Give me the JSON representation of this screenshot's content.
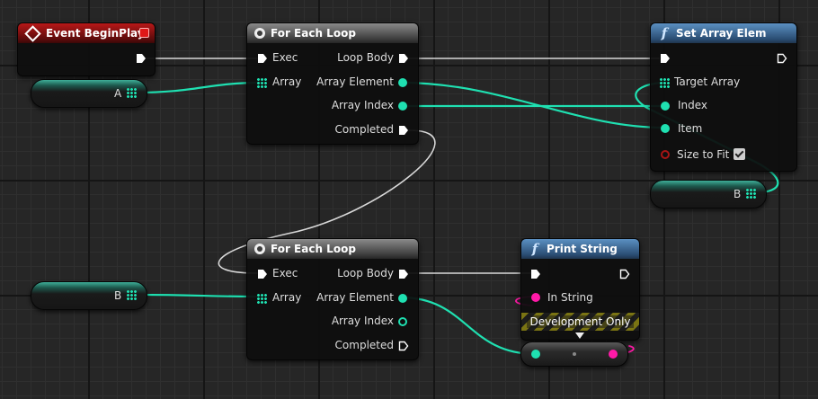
{
  "event_begin_play": {
    "title": "Event BeginPlay"
  },
  "loop1": {
    "title": "For Each Loop",
    "inputs": {
      "exec": "Exec",
      "array": "Array"
    },
    "outputs": {
      "loop_body": "Loop Body",
      "array_element": "Array Element",
      "array_index": "Array Index",
      "completed": "Completed"
    }
  },
  "loop2": {
    "title": "For Each Loop",
    "inputs": {
      "exec": "Exec",
      "array": "Array"
    },
    "outputs": {
      "loop_body": "Loop Body",
      "array_element": "Array Element",
      "array_index": "Array Index",
      "completed": "Completed"
    }
  },
  "set_array_elem": {
    "title": "Set Array Elem",
    "inputs": {
      "target_array": "Target Array",
      "index": "Index",
      "item": "Item",
      "size_to_fit": "Size to Fit"
    },
    "size_to_fit_checked": true
  },
  "print_string": {
    "title": "Print String",
    "inputs": {
      "in_string": "In String"
    },
    "development_only": "Development Only"
  },
  "variables": {
    "a": "A",
    "b1": "B",
    "b2": "B"
  },
  "colors": {
    "exec_wire": "#dddddd",
    "array_wire": "#1fe0b1",
    "string_wire": "#ff1aa8",
    "event_header": "#b81818",
    "function_header": "#4b7fb0",
    "macro_header": "#6a6a6a"
  },
  "icons": {
    "event": "event-diamond-icon",
    "loop": "macro-loop-icon",
    "function": "function-f-icon",
    "exec_pin": "exec-arrow-icon",
    "array_pin": "array-grid-icon"
  }
}
